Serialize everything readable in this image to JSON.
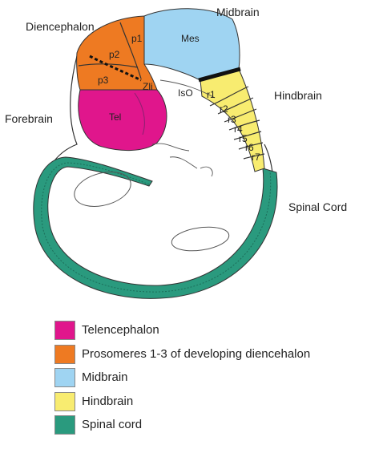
{
  "labels": {
    "diencephalon": "Diencephalon",
    "midbrain": "Midbrain",
    "hindbrain": "Hindbrain",
    "forebrain": "Forebrain",
    "spinal_cord": "Spinal Cord"
  },
  "regions": {
    "p1": "p1",
    "p2": "p2",
    "p3": "p3",
    "zli": "Zli",
    "mes": "Mes",
    "iso": "IsO",
    "tel": "Tel",
    "r1": "r1",
    "r2": "r2",
    "r3": "r3",
    "r4": "r4",
    "r5": "r5",
    "r6": "r6",
    "r7": "r7"
  },
  "legend": [
    {
      "label": "Telencephalon",
      "color": "#e0168c"
    },
    {
      "label": "Prosomeres 1-3 of developing diencehalon",
      "color": "#ee7a22"
    },
    {
      "label": "Midbrain",
      "color": "#9fd4f2"
    },
    {
      "label": "Hindbrain",
      "color": "#f8ec70"
    },
    {
      "label": "Spinal cord",
      "color": "#2a9a7e"
    }
  ],
  "colors": {
    "telencephalon": "#e0168c",
    "diencephalon": "#ee7a22",
    "midbrain": "#9fd4f2",
    "hindbrain": "#f8ec70",
    "spinal_cord": "#2a9a7e",
    "outline": "#333333"
  }
}
